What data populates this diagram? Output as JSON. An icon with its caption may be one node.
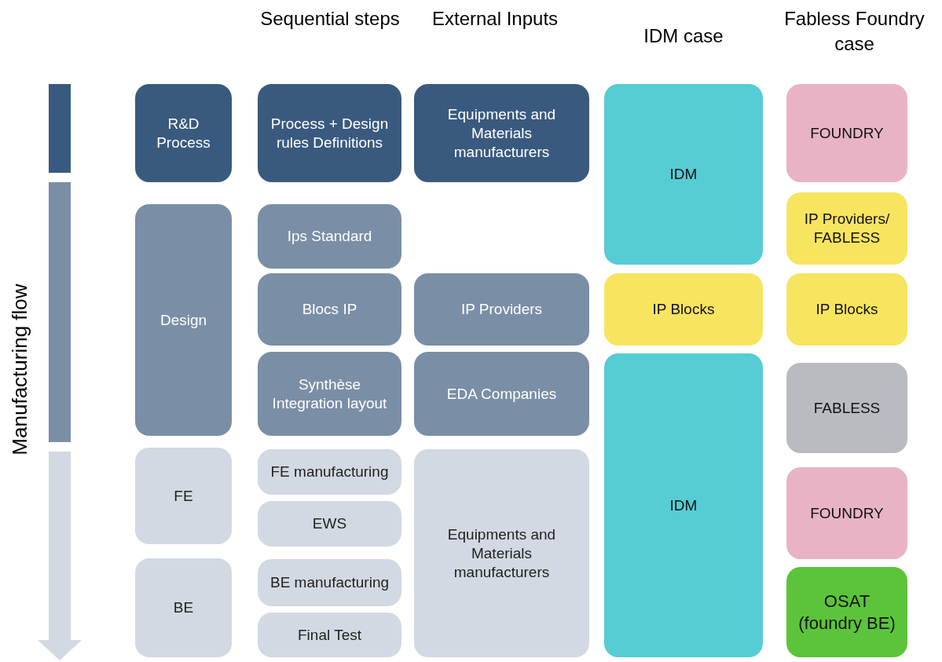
{
  "diagram": {
    "nodes": [
      {
        "text": [
          "R&D Process"
        ]
      },
      {
        "text": [
          "Process + Design rules Definitions"
        ]
      },
      {
        "text": [
          "Equipments and Materials manufacturers"
        ]
      },
      {
        "text": [
          "IDM"
        ]
      },
      {
        "text": [
          "FOUNDRY"
        ]
      },
      {
        "text": [
          "IP Providers/ FABLESS"
        ]
      },
      {
        "text": [
          "Design"
        ]
      },
      {
        "text": [
          "Ips Standard"
        ]
      },
      {
        "text": [
          "Blocs IP"
        ]
      },
      {
        "text": [
          "IP Providers"
        ]
      },
      {
        "text": [
          "IP Blocks"
        ]
      },
      {
        "text": [
          "IP Blocks"
        ]
      },
      {
        "text": [
          "Synthèse Integration layout"
        ]
      },
      {
        "text": [
          "EDA Companies"
        ]
      },
      {
        "text": [
          "IDM"
        ]
      },
      {
        "text": [
          "FABLESS"
        ]
      },
      {
        "text": [
          "FE"
        ]
      },
      {
        "text": [
          "FE manufacturing"
        ]
      },
      {
        "text": [
          "EWS"
        ]
      },
      {
        "text": [
          "Equipments and Materials manufacturers"
        ]
      },
      {
        "text": [
          "FOUNDRY"
        ]
      },
      {
        "text": [
          "BE"
        ]
      },
      {
        "text": [
          "BE manufacturing"
        ]
      },
      {
        "text": [
          "Final Test"
        ]
      },
      {
        "text": [
          "OSAT (foundry BE)"
        ]
      }
    ],
    "edges": [],
    "labels": [
      "Sequential steps",
      "External Inputs",
      "IDM case",
      "Fabless Foundry case",
      "Manufacturing flow"
    ]
  }
}
